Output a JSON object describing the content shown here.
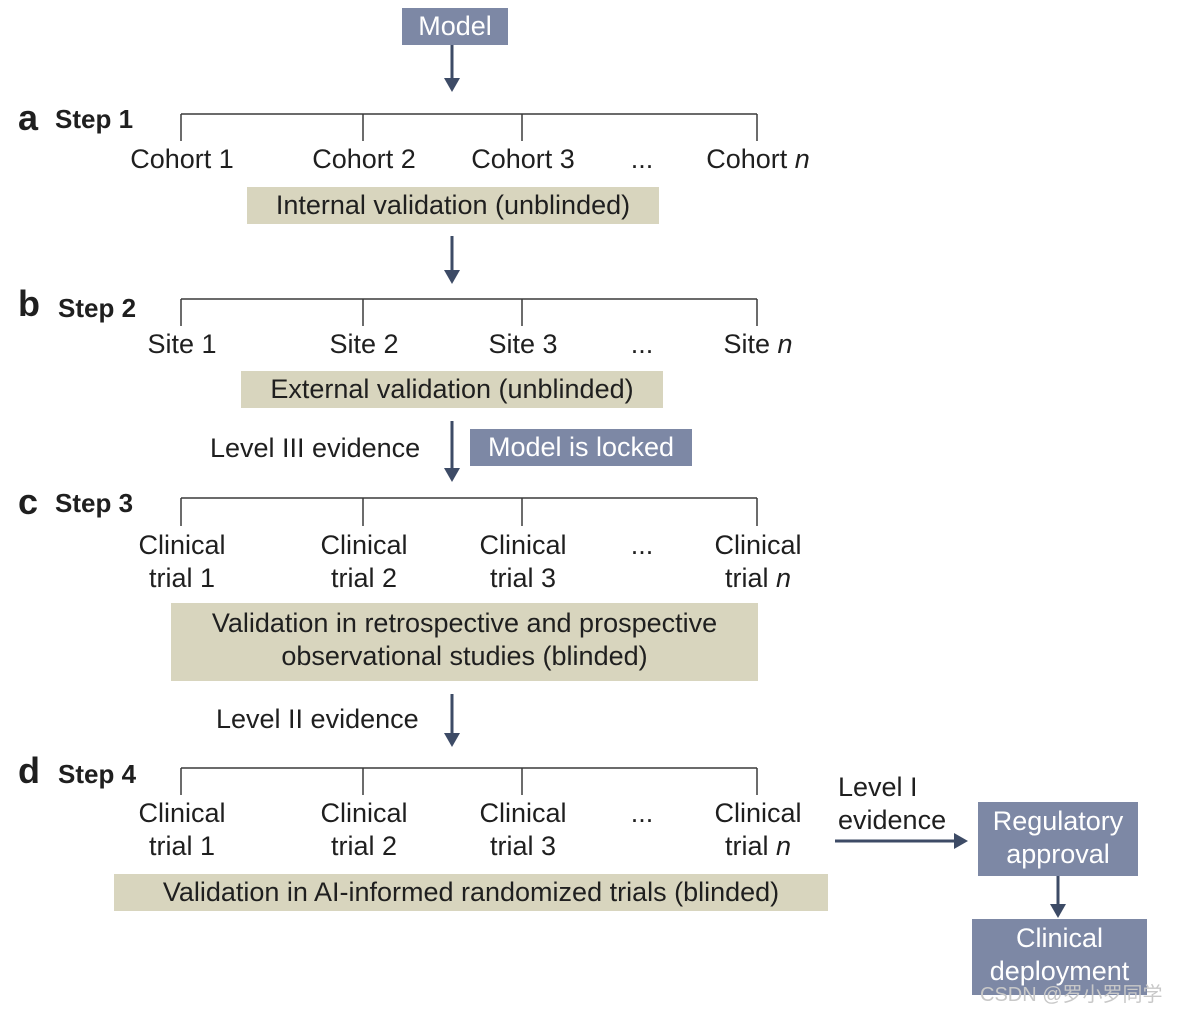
{
  "model": "Model",
  "steps": [
    {
      "letter": "a",
      "label": "Step 1",
      "items": [
        {
          "lines": [
            "Cohort 1"
          ]
        },
        {
          "lines": [
            "Cohort 2"
          ]
        },
        {
          "lines": [
            "Cohort 3"
          ]
        },
        {
          "lines": [
            "..."
          ]
        },
        {
          "lines": [
            "Cohort n"
          ]
        }
      ],
      "box": "Internal validation (unblinded)"
    },
    {
      "letter": "b",
      "label": "Step 2",
      "items": [
        {
          "lines": [
            "Site 1"
          ]
        },
        {
          "lines": [
            "Site 2"
          ]
        },
        {
          "lines": [
            "Site 3"
          ]
        },
        {
          "lines": [
            "..."
          ]
        },
        {
          "lines": [
            "Site n"
          ]
        }
      ],
      "box": "External validation (unblinded)"
    },
    {
      "letter": "c",
      "label": "Step 3",
      "items": [
        {
          "lines": [
            "Clinical",
            "trial 1"
          ]
        },
        {
          "lines": [
            "Clinical",
            "trial 2"
          ]
        },
        {
          "lines": [
            "Clinical",
            "trial 3"
          ]
        },
        {
          "lines": [
            "..."
          ]
        },
        {
          "lines": [
            "Clinical",
            "trial n"
          ]
        }
      ],
      "box": [
        "Validation in retrospective and prospective",
        "observational studies (blinded)"
      ]
    },
    {
      "letter": "d",
      "label": "Step 4",
      "items": [
        {
          "lines": [
            "Clinical",
            "trial 1"
          ]
        },
        {
          "lines": [
            "Clinical",
            "trial 2"
          ]
        },
        {
          "lines": [
            "Clinical",
            "trial 3"
          ]
        },
        {
          "lines": [
            "..."
          ]
        },
        {
          "lines": [
            "Clinical",
            "trial n"
          ]
        }
      ],
      "box": "Validation in AI-informed randomized trials (blinded)"
    }
  ],
  "evidence": {
    "level3": "Level III evidence",
    "locked": "Model is locked",
    "level2": "Level II evidence",
    "level1": [
      "Level I",
      "evidence"
    ]
  },
  "regulatory": [
    "Regulatory",
    "approval"
  ],
  "deployment": [
    "Clinical",
    "deployment"
  ],
  "watermark": "CSDN @罗小罗同学",
  "colors": {
    "tan": "#d8d5be",
    "slate": "#7d88a5",
    "arrow": "#3d4b66",
    "line": "#3a3a3a"
  }
}
